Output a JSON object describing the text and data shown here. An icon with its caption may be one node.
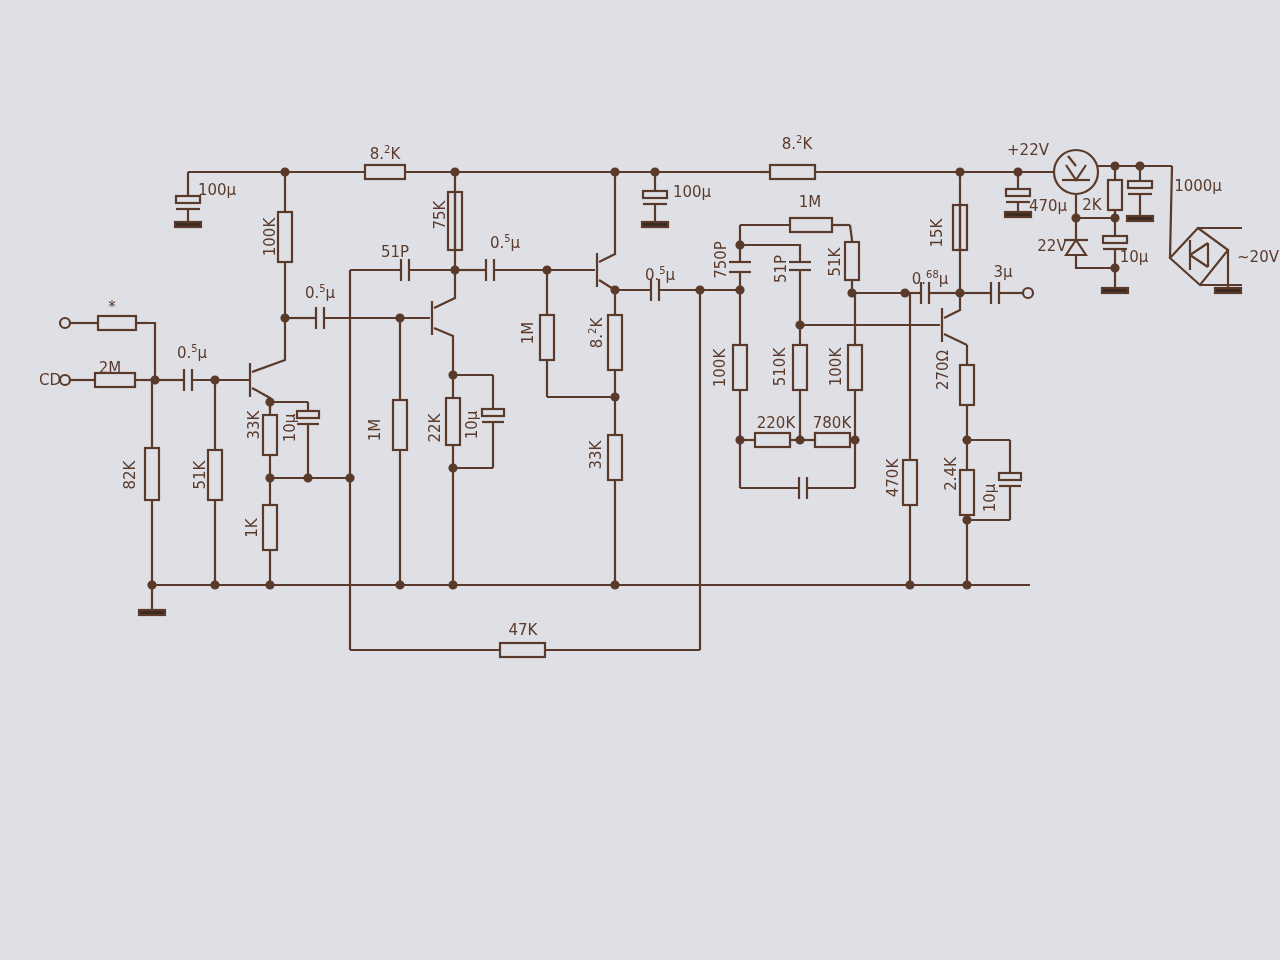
{
  "diagram": {
    "labels": [
      "8.$^{2}$K",
      "8.$^{2}$K",
      "+22V",
      "100μ",
      "100μ",
      "470μ",
      "2K",
      "1000μ",
      "1M",
      "100K",
      "75K",
      "15K",
      "22V",
      "10μ",
      "~20V",
      "51P",
      "0.$^{5}$μ",
      "750P",
      "51P",
      "51K",
      "0.$^{5}$μ",
      "0.$^{68}$μ",
      "3μ",
      "*",
      "0.$^{5}$μ",
      "0.$^{5}$μ",
      "1M",
      "8.$^{2}$K",
      "2M",
      "CD",
      "100K",
      "510K",
      "100K",
      "270Ω",
      "33K",
      "10μ",
      "1M",
      "22K",
      "10μ",
      "220K",
      "780K",
      "82K",
      "51K",
      "33K",
      "470K",
      "2.4K",
      "10μ",
      "1K",
      "47K"
    ]
  }
}
